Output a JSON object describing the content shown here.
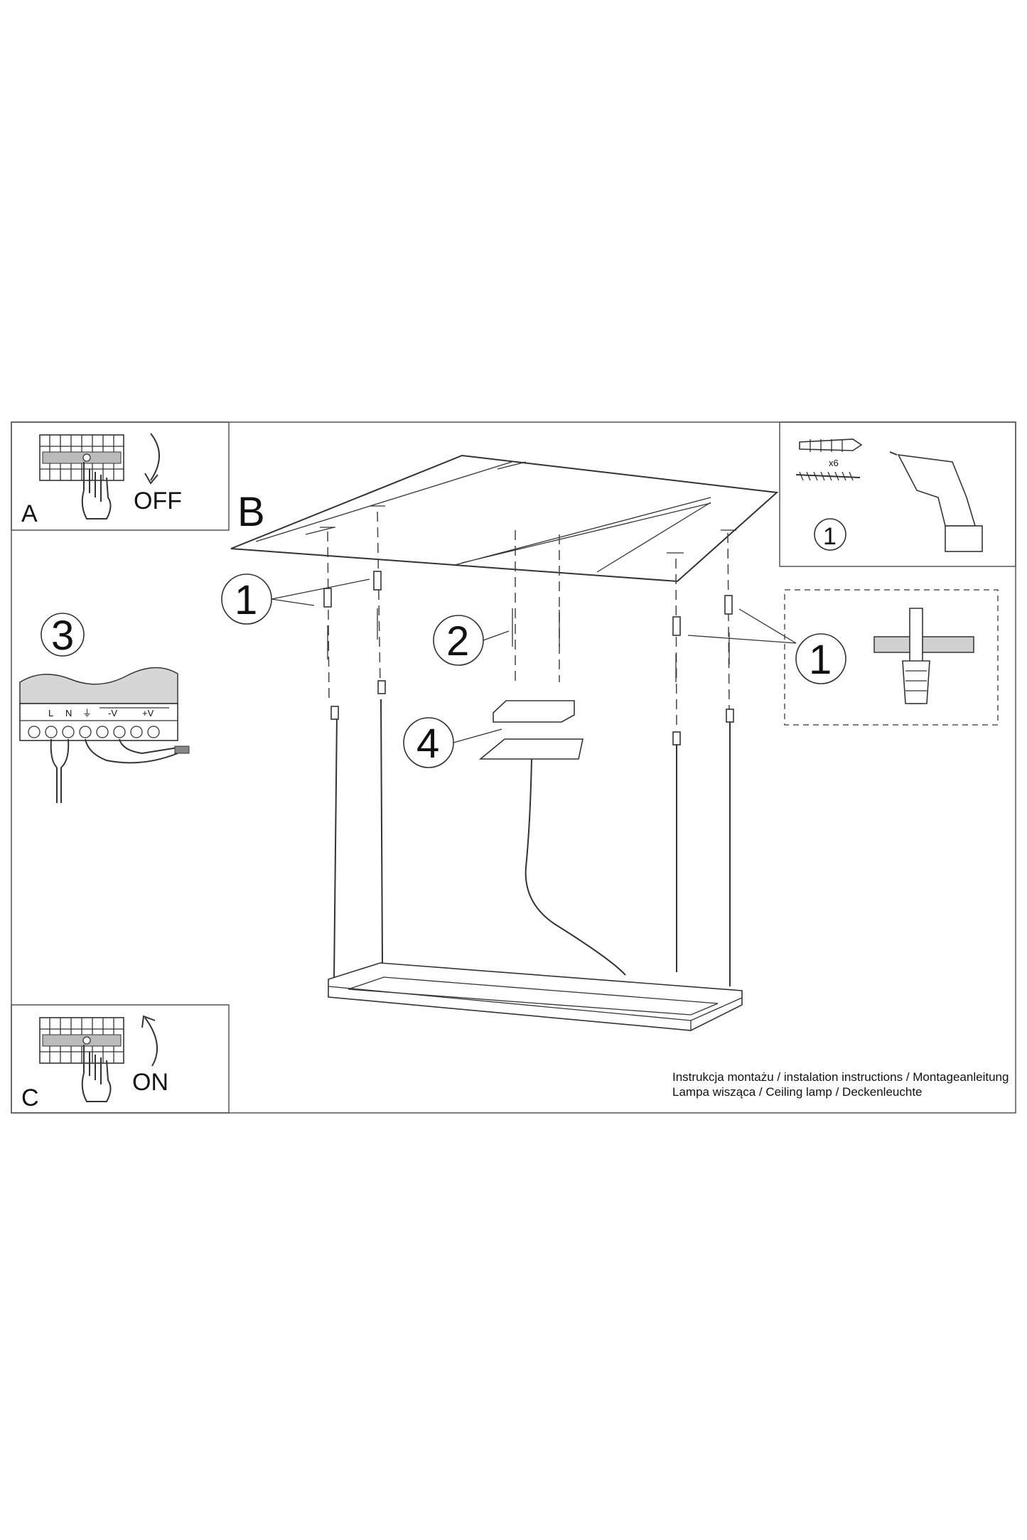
{
  "panels": {
    "a": {
      "letter": "A",
      "action": "OFF"
    },
    "b": {
      "letter": "B"
    },
    "c": {
      "letter": "C",
      "action": "ON"
    },
    "wiring": {
      "step": "3",
      "terminals": [
        "L",
        "N",
        "⏚",
        "-V",
        "+V"
      ]
    },
    "tools": {
      "step": "1",
      "quantity": "x6"
    }
  },
  "callouts": {
    "anchor_left": "1",
    "anchor_right": "1",
    "screws": "2",
    "canopy": "4"
  },
  "caption": {
    "line1": "Instrukcja montażu / instalation instructions / Montageanleitung",
    "line2": "Lampa wisząca / Ceiling lamp / Deckenleuchte"
  },
  "icons": [
    "breaker-icon",
    "hand-icon",
    "arrow-down-icon",
    "arrow-up-icon",
    "drill-icon",
    "wall-plug-icon",
    "screw-icon",
    "terminal-block-icon"
  ]
}
